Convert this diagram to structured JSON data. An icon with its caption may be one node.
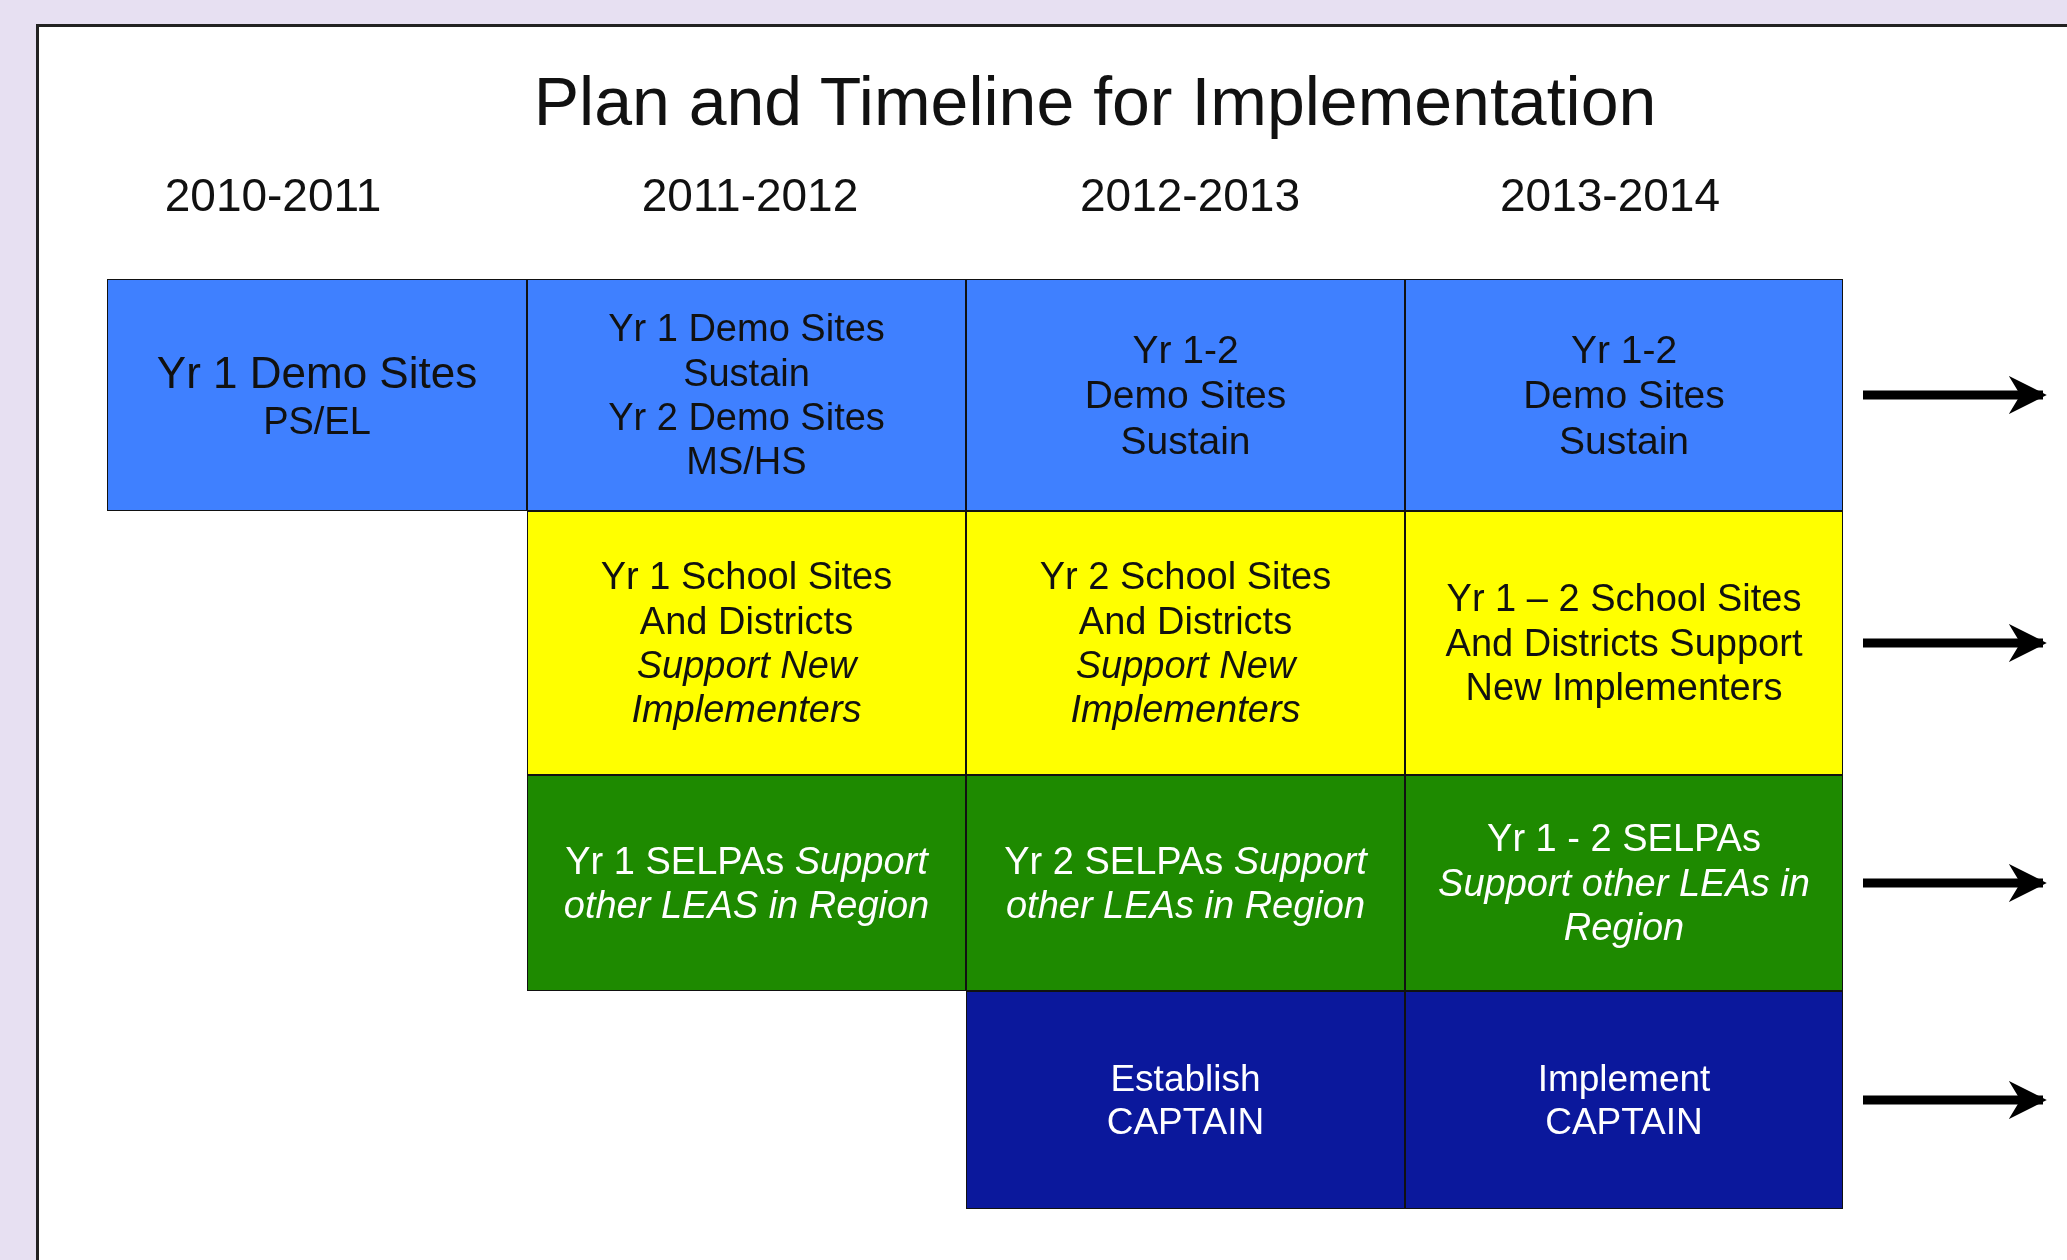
{
  "diagram": {
    "title": "Plan and Timeline for Implementation",
    "nodes": [
      {
        "text": [
          "Yr 1 Demo Sites",
          "PS/EL"
        ]
      },
      {
        "text": [
          "Yr 1 Demo Sites Sustain",
          "Yr 2 Demo Sites MS/HS"
        ]
      },
      {
        "text": [
          "Yr 1-2 Demo Sites Sustain"
        ]
      },
      {
        "text": [
          "Yr 1-2 Demo Sites Sustain"
        ]
      },
      {
        "text": [
          "Yr 1 School Sites And Districts *Support* *New Implementers*"
        ]
      },
      {
        "text": [
          "Yr 2 School Sites And Districts *Support* *New Implementers*"
        ]
      },
      {
        "text": [
          "Yr 1 – 2 School Sites And Districts Support New Implementers"
        ]
      },
      {
        "text": [
          "Yr 1 SELPAs *Support other LEAS in Region*"
        ]
      },
      {
        "text": [
          "Yr 2 SELPAs *Support other LEAs in Region*"
        ]
      },
      {
        "text": [
          "Yr 1 - 2 SELPAs *Support other LEAs in Region*"
        ]
      },
      {
        "text": [
          "Establish CAPTAIN"
        ]
      },
      {
        "text": [
          "Implement CAPTAIN"
        ]
      }
    ],
    "edges": [
      {
        "from": 3,
        "to": null,
        "arrow": "to"
      },
      {
        "from": 6,
        "to": null,
        "arrow": "to"
      },
      {
        "from": 9,
        "to": null,
        "arrow": "to"
      },
      {
        "from": 11,
        "to": null,
        "arrow": "to"
      }
    ],
    "labels": [
      "2010-2011",
      "2011-2012",
      "2012-2013",
      "2013-2014"
    ]
  }
}
